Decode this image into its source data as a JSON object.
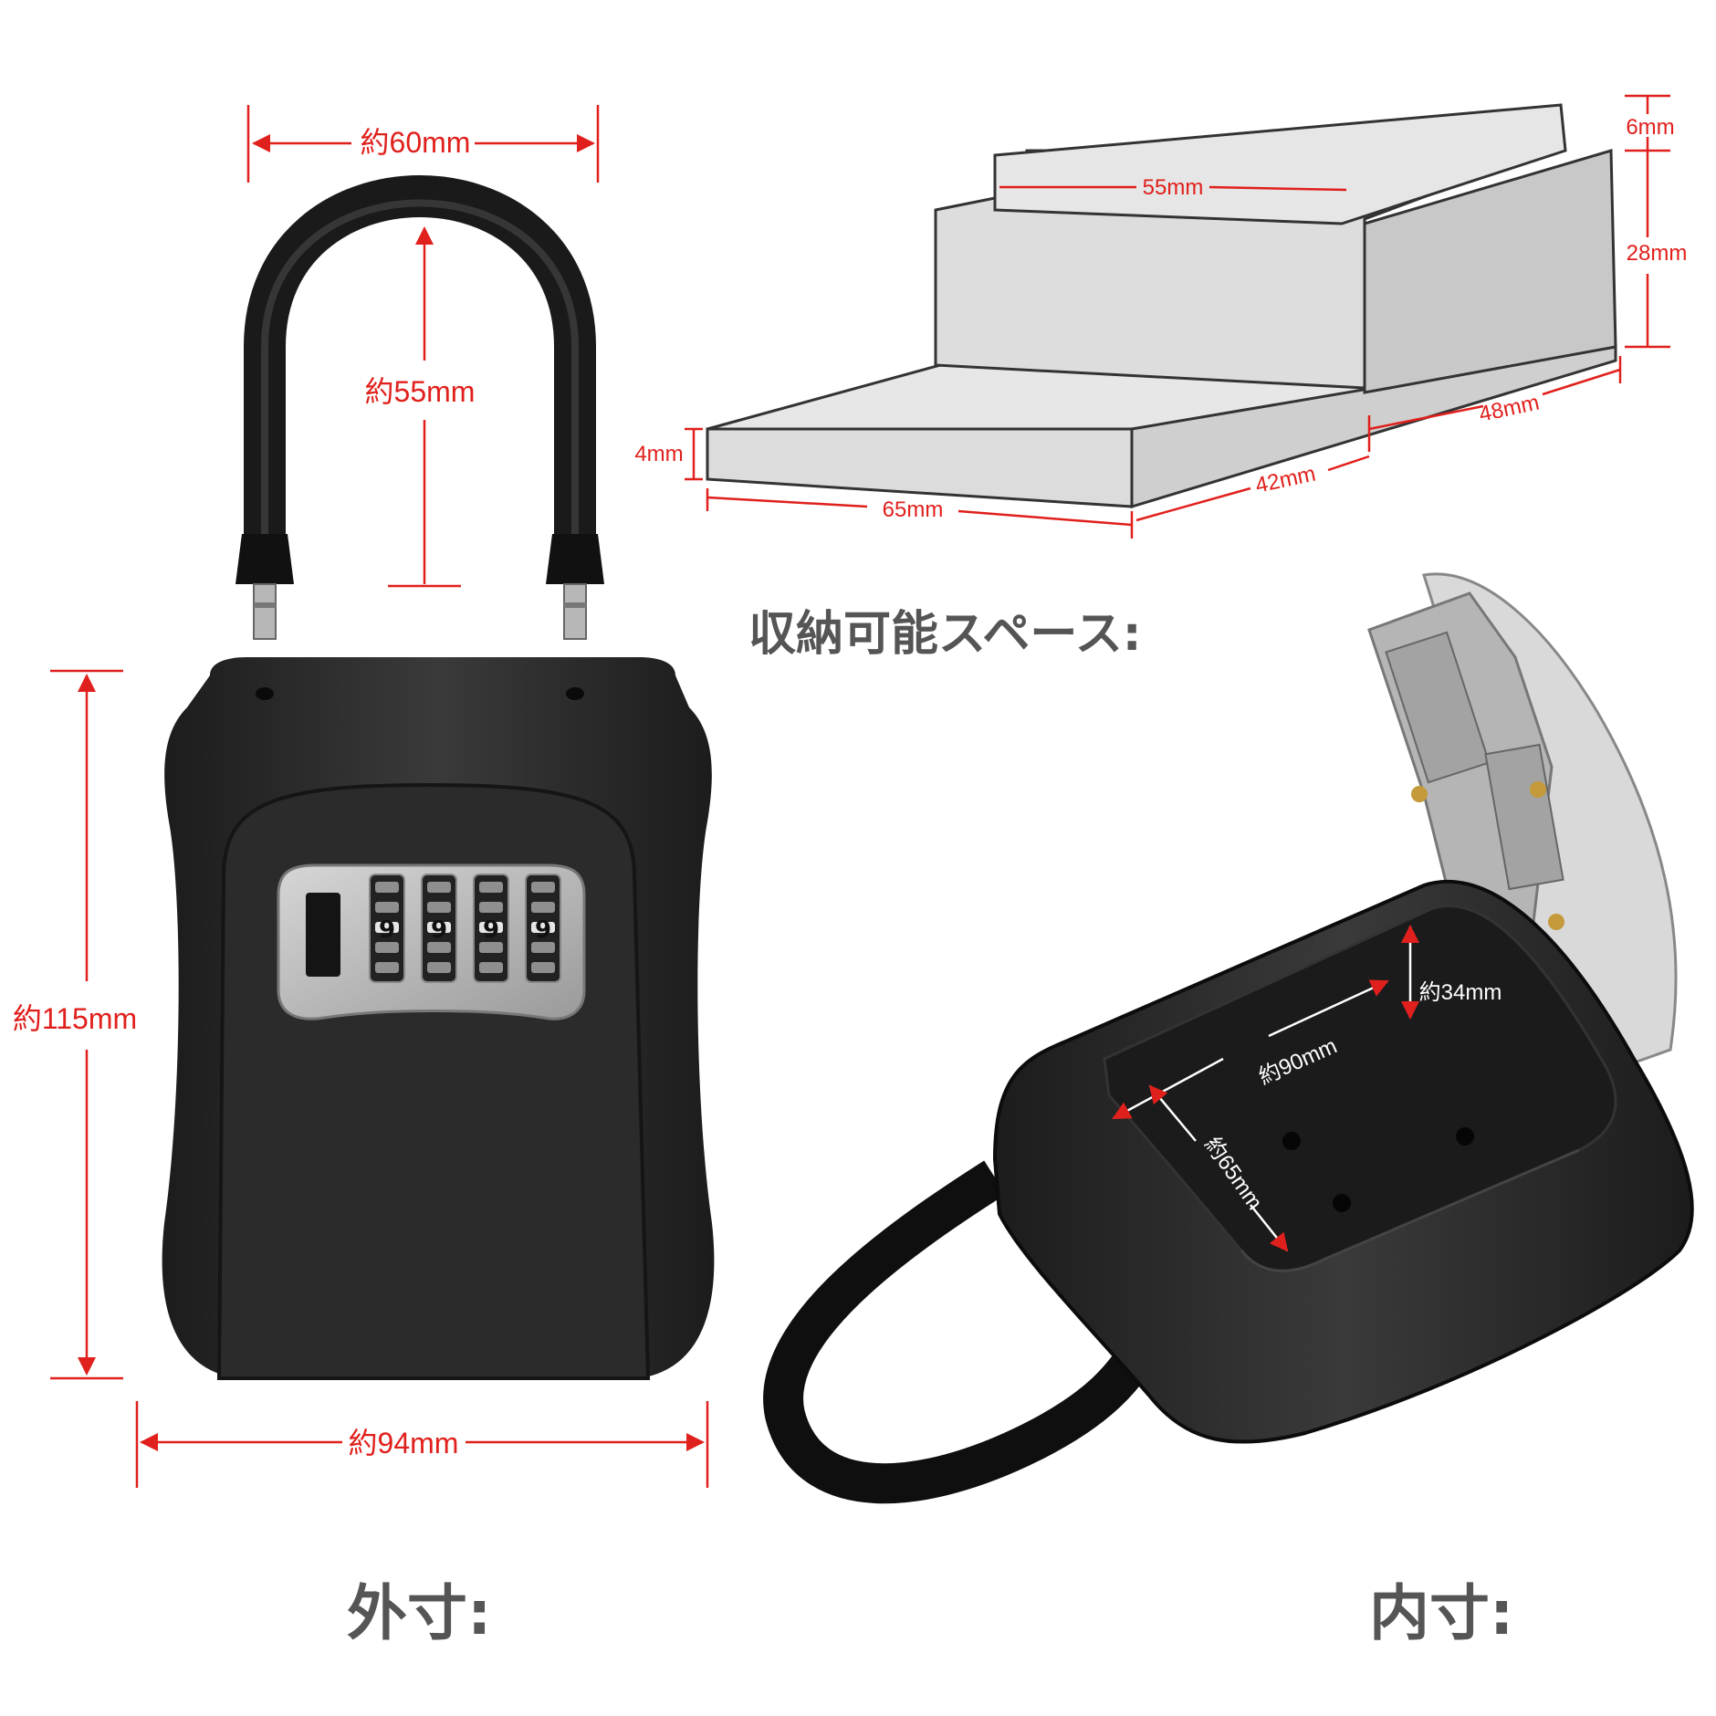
{
  "exterior": {
    "caption": "外寸:",
    "shackle_width": "約60mm",
    "shackle_height": "約55mm",
    "body_height": "約115mm",
    "body_width": "約94mm",
    "dial_digits": [
      "9",
      "9",
      "9",
      "9"
    ]
  },
  "storage": {
    "caption": "収納可能スペース:",
    "top_width": "55mm",
    "step_height_top": "6mm",
    "upper_height": "28mm",
    "upper_depth": "48mm",
    "lower_height": "4mm",
    "lower_width": "65mm",
    "lower_depth": "42mm"
  },
  "interior": {
    "caption": "内寸:",
    "height": "約34mm",
    "width": "約90mm",
    "depth": "約65mm"
  },
  "colors": {
    "dimension": "#e0201c",
    "body": "#2a2a2a",
    "caption": "#555555"
  }
}
